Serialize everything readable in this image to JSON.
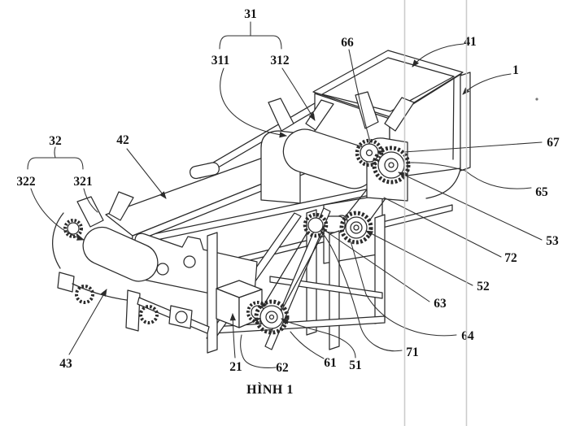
{
  "figure": {
    "caption": "HÌNH 1",
    "labels": {
      "n1": "1",
      "n21": "21",
      "n31": "31",
      "n311": "311",
      "n312": "312",
      "n32": "32",
      "n321": "321",
      "n322": "322",
      "n41": "41",
      "n42": "42",
      "n43": "43",
      "n51": "51",
      "n52": "52",
      "n53": "53",
      "n61": "61",
      "n62": "62",
      "n63": "63",
      "n64": "64",
      "n65": "65",
      "n66": "66",
      "n67": "67",
      "n71": "71",
      "n72": "72"
    },
    "colors": {
      "line": "#2b2b2b",
      "background": "#ffffff",
      "scan_line": "#c3c3c3"
    }
  }
}
